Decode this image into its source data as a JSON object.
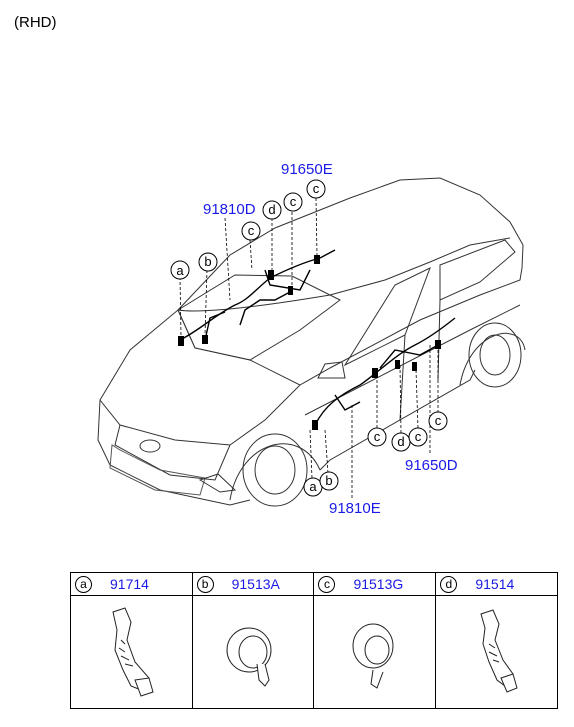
{
  "variant_label": "(RHD)",
  "labels": {
    "top_harness": "91650E",
    "upper_left_harness": "91810D",
    "lower_left_harness": "91810E",
    "lower_right_harness": "91650D"
  },
  "callouts": [
    "a",
    "b",
    "c",
    "d",
    "c",
    "c",
    "c",
    "d",
    "c",
    "c",
    "a",
    "b"
  ],
  "parts": [
    {
      "letter": "a",
      "code": "91714",
      "icon": "grommet-long-icon"
    },
    {
      "letter": "b",
      "code": "91513A",
      "icon": "grommet-round-icon"
    },
    {
      "letter": "c",
      "code": "91513G",
      "icon": "grommet-round-small-icon"
    },
    {
      "letter": "d",
      "code": "91514",
      "icon": "grommet-hose-icon"
    }
  ]
}
